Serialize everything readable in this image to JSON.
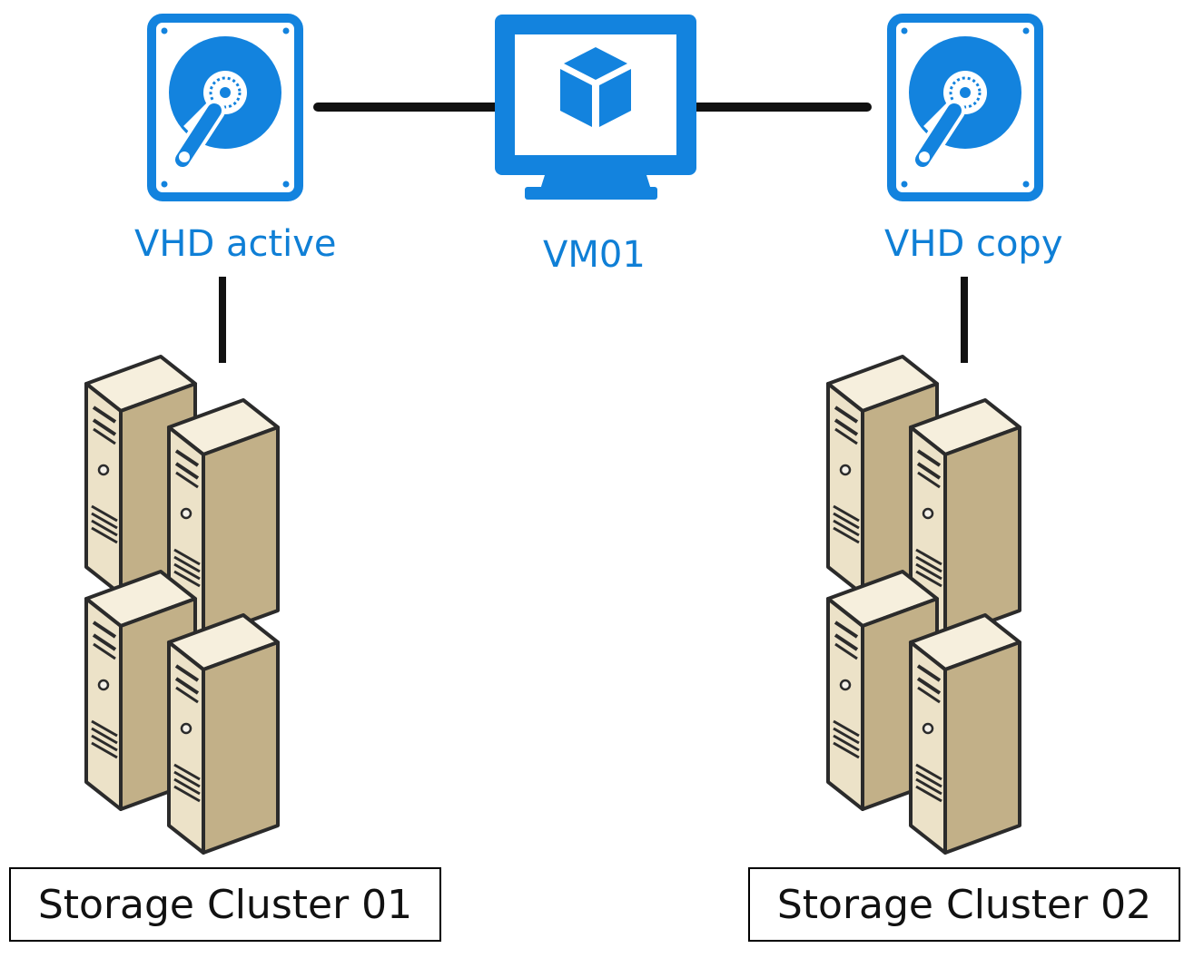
{
  "colors": {
    "azure_blue": "#1383de",
    "label_blue": "#0f7fd6",
    "connector": "#111111",
    "server_front": "#ece2c8",
    "server_side": "#c2b088",
    "server_top": "#f6efdd"
  },
  "nodes": {
    "vhd_active": {
      "label": "VHD active",
      "icon": "hard-disk-icon"
    },
    "vm": {
      "label": "VM01",
      "icon": "virtual-machine-monitor-icon"
    },
    "vhd_copy": {
      "label": "VHD copy",
      "icon": "hard-disk-icon"
    }
  },
  "clusters": [
    {
      "label": "Storage Cluster 01",
      "icon": "server-rack-icon"
    },
    {
      "label": "Storage Cluster 02",
      "icon": "server-rack-icon"
    }
  ]
}
